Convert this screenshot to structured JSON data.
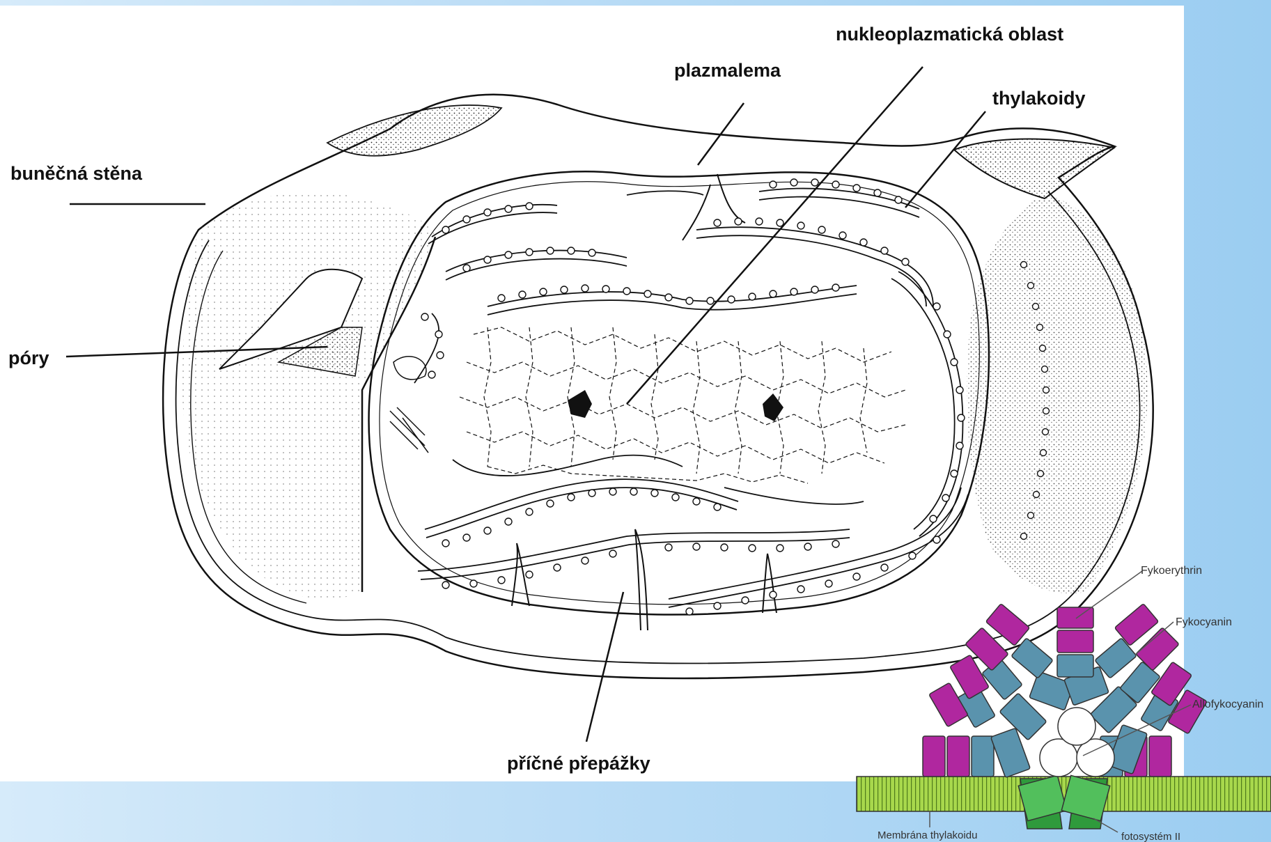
{
  "cell_diagram": {
    "labels": {
      "wall": "buněčná stěna",
      "plasmalemma": "plazmalema",
      "nucleoplasm": "nukleoplazmatická oblast",
      "thylakoids": "thylakoidy",
      "pores": "póry",
      "septa": "příčné přepážky"
    }
  },
  "phycobilisome": {
    "labels": {
      "phycoerythrin": "Fykoerythrin",
      "phycocyanin": "Fykocyanin",
      "allophycocyanin": "Allofykocyanin",
      "membrane": "Membrána thylakoidu",
      "photosystem": "fotosystém II"
    },
    "colors": {
      "phycoerythrin": "#b0279f",
      "phycocyanin": "#5a93ad",
      "allophycocyanin": "#ffffff",
      "membrane": "#a8d84c",
      "photosystem": "#3cb04a"
    }
  }
}
